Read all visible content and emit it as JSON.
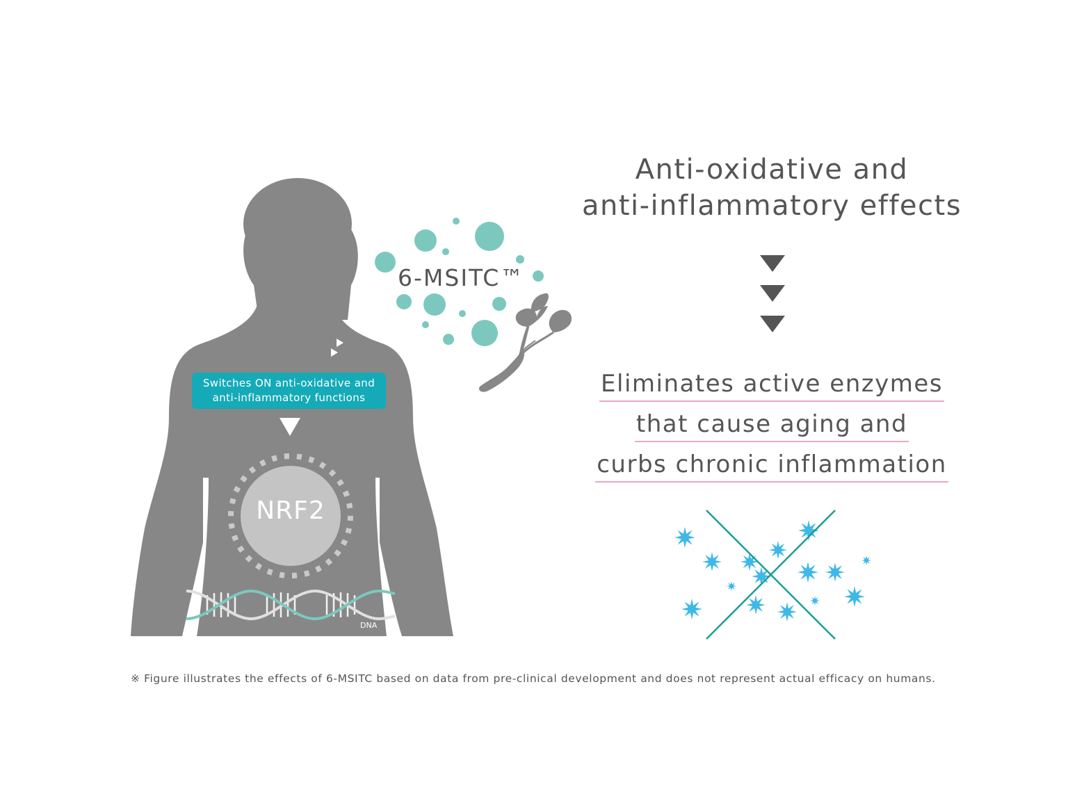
{
  "heading": {
    "line1": "Anti-oxidative and",
    "line2": "anti-inflammatory effects"
  },
  "result": {
    "line1": "Eliminates active enzymes",
    "line2": "that cause aging and",
    "line3": "curbs chronic inflammation"
  },
  "callout": {
    "line1": "Switches ON anti-oxidative and",
    "line2": "anti-inflammatory functions"
  },
  "compound_label": "6-MSITC™",
  "nrf2_label": "NRF2",
  "dna_label": "DNA",
  "footnote": "※ Figure illustrates the effects of 6-MSITC based on data from pre-clinical development and does not represent actual efficacy on humans.",
  "colors": {
    "silhouette": "#878787",
    "teal_bubbles": "#7cc8bf",
    "callout_bg": "#15aab7",
    "underline": "#f0a4c8",
    "sparkle": "#3fb8e8",
    "cross_lines": "#1a9e92",
    "text": "#555555"
  },
  "icons": {
    "arrows": "triangle-down-icon",
    "plant": "wasabi-plant-icon",
    "sparkles": "sparkle-icon",
    "body": "human-silhouette-icon"
  }
}
